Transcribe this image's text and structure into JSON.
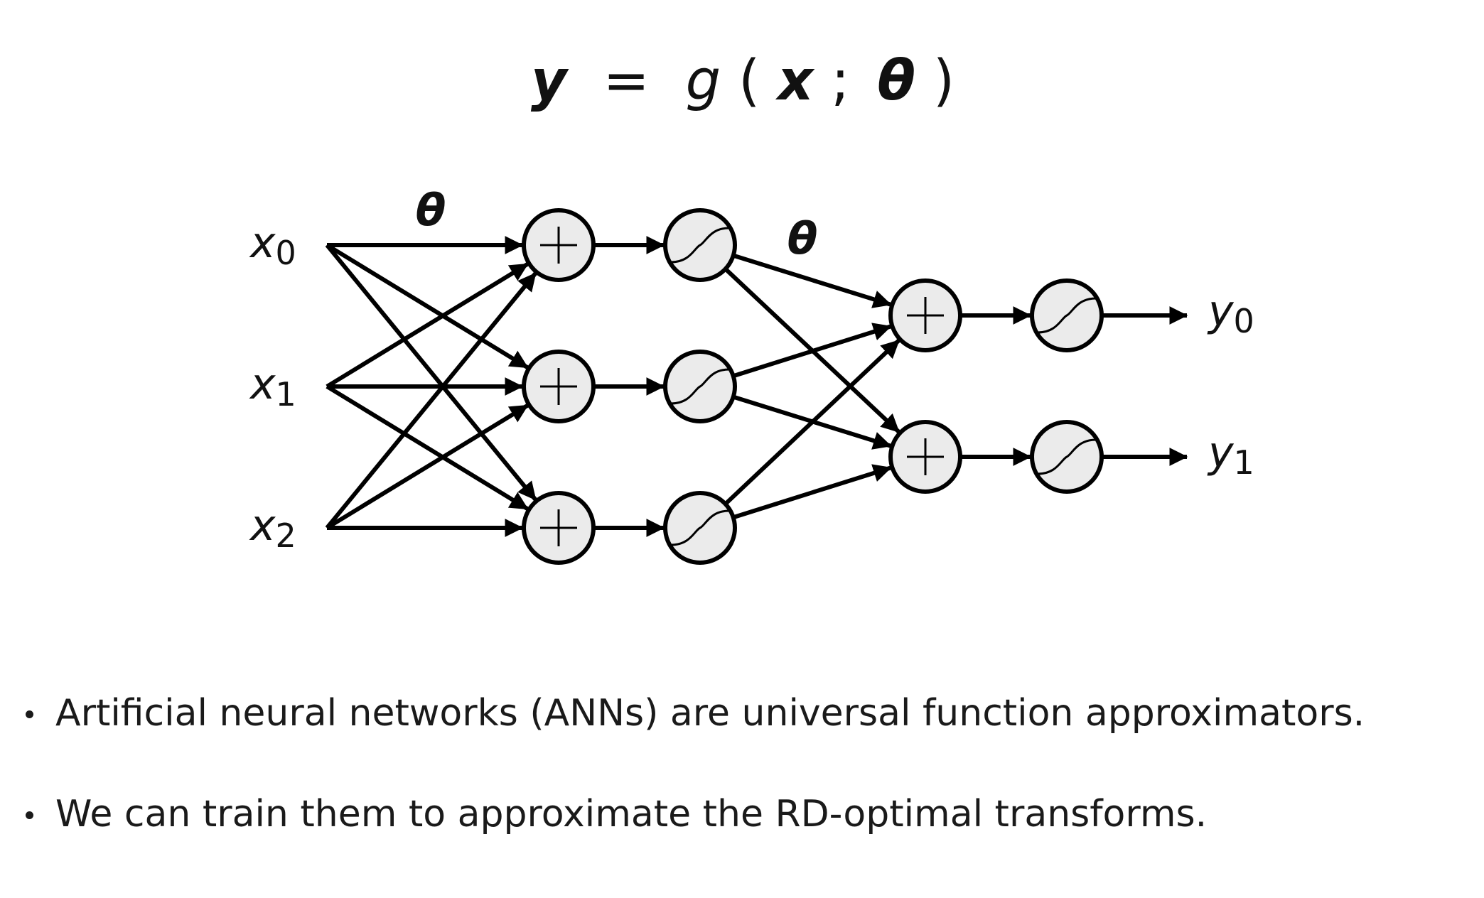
{
  "equation": {
    "lhs": "y",
    "equals": "=",
    "func": "g",
    "open_paren": "(",
    "arg_x": "x",
    "separator": ";",
    "arg_theta": "θ",
    "close_paren": ")"
  },
  "network": {
    "inputs": [
      {
        "base": "x",
        "sub": "0"
      },
      {
        "base": "x",
        "sub": "1"
      },
      {
        "base": "x",
        "sub": "2"
      }
    ],
    "outputs": [
      {
        "base": "y",
        "sub": "0"
      },
      {
        "base": "y",
        "sub": "1"
      }
    ],
    "weight_labels": [
      "θ",
      "θ"
    ],
    "sum_symbol": "+",
    "hidden_layer_size": 3,
    "output_layer_size": 2
  },
  "bullets": [
    "Artificial neural networks (ANNs) are universal function approximators.",
    "We can train them to approximate the RD-optimal transforms."
  ],
  "colors": {
    "node_fill": "#ebebeb",
    "stroke": "#000000",
    "text": "#1a1a1a"
  }
}
